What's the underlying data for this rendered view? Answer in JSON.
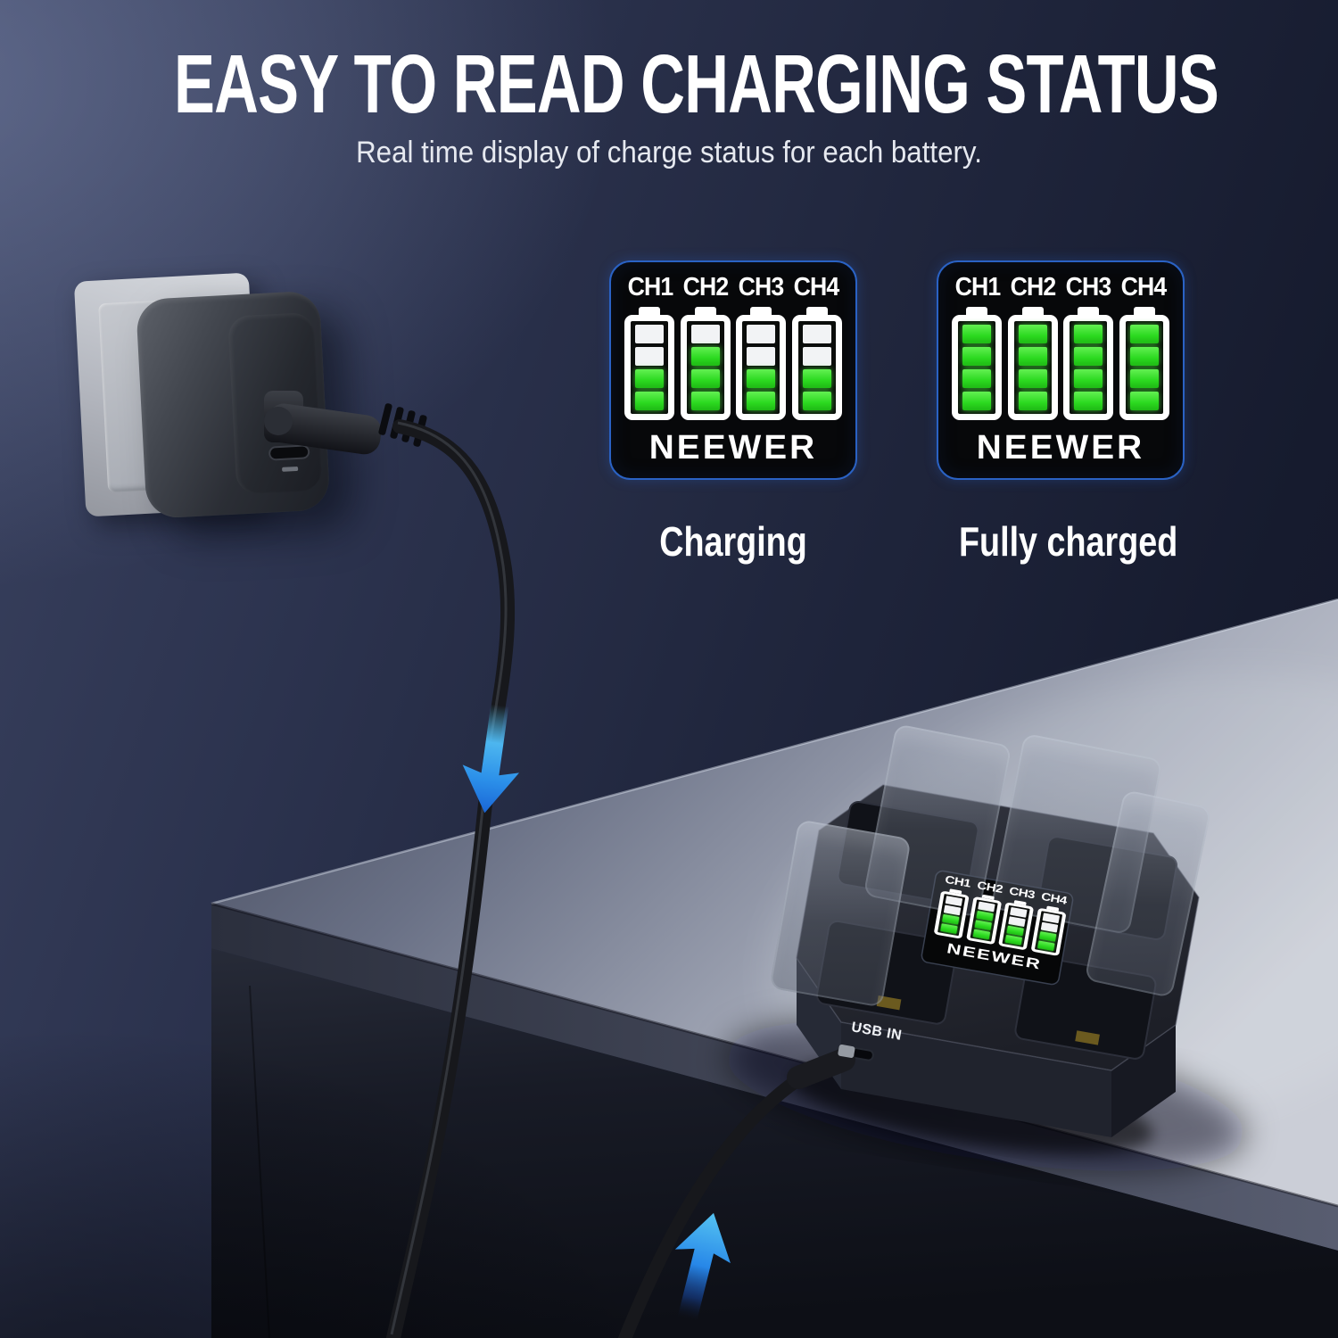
{
  "header": {
    "title": "EASY TO READ CHARGING STATUS",
    "subtitle": "Real time display of charge status for each battery."
  },
  "brand": "NEEWER",
  "status_panels": [
    {
      "label": "Charging",
      "channels": [
        "CH1",
        "CH2",
        "CH3",
        "CH4"
      ],
      "levels": [
        2,
        3,
        2,
        2
      ],
      "segments_total": 4
    },
    {
      "label": "Fully charged",
      "channels": [
        "CH1",
        "CH2",
        "CH3",
        "CH4"
      ],
      "levels": [
        4,
        4,
        4,
        4
      ],
      "segments_total": 4
    }
  ],
  "device": {
    "usb_label": "USB IN",
    "display": {
      "channels": [
        "CH1",
        "CH2",
        "CH3",
        "CH4"
      ],
      "levels": [
        2,
        3,
        2,
        2
      ],
      "segments_total": 4
    }
  },
  "colors": {
    "background_navy": "#1d2338",
    "table_gray_light": "#cbced7",
    "table_gray_dark": "#3f4456",
    "panel_border_blue": "#2a62c4",
    "battery_fill_green": "#2bd91f",
    "battery_empty_white": "#f2f3f5",
    "arrow_blue": "#2b8fe9",
    "display_black": "#07080a",
    "text_white": "#ffffff"
  },
  "icons": {
    "flow_down": "arrow-down-icon",
    "flow_up": "arrow-up-icon"
  }
}
